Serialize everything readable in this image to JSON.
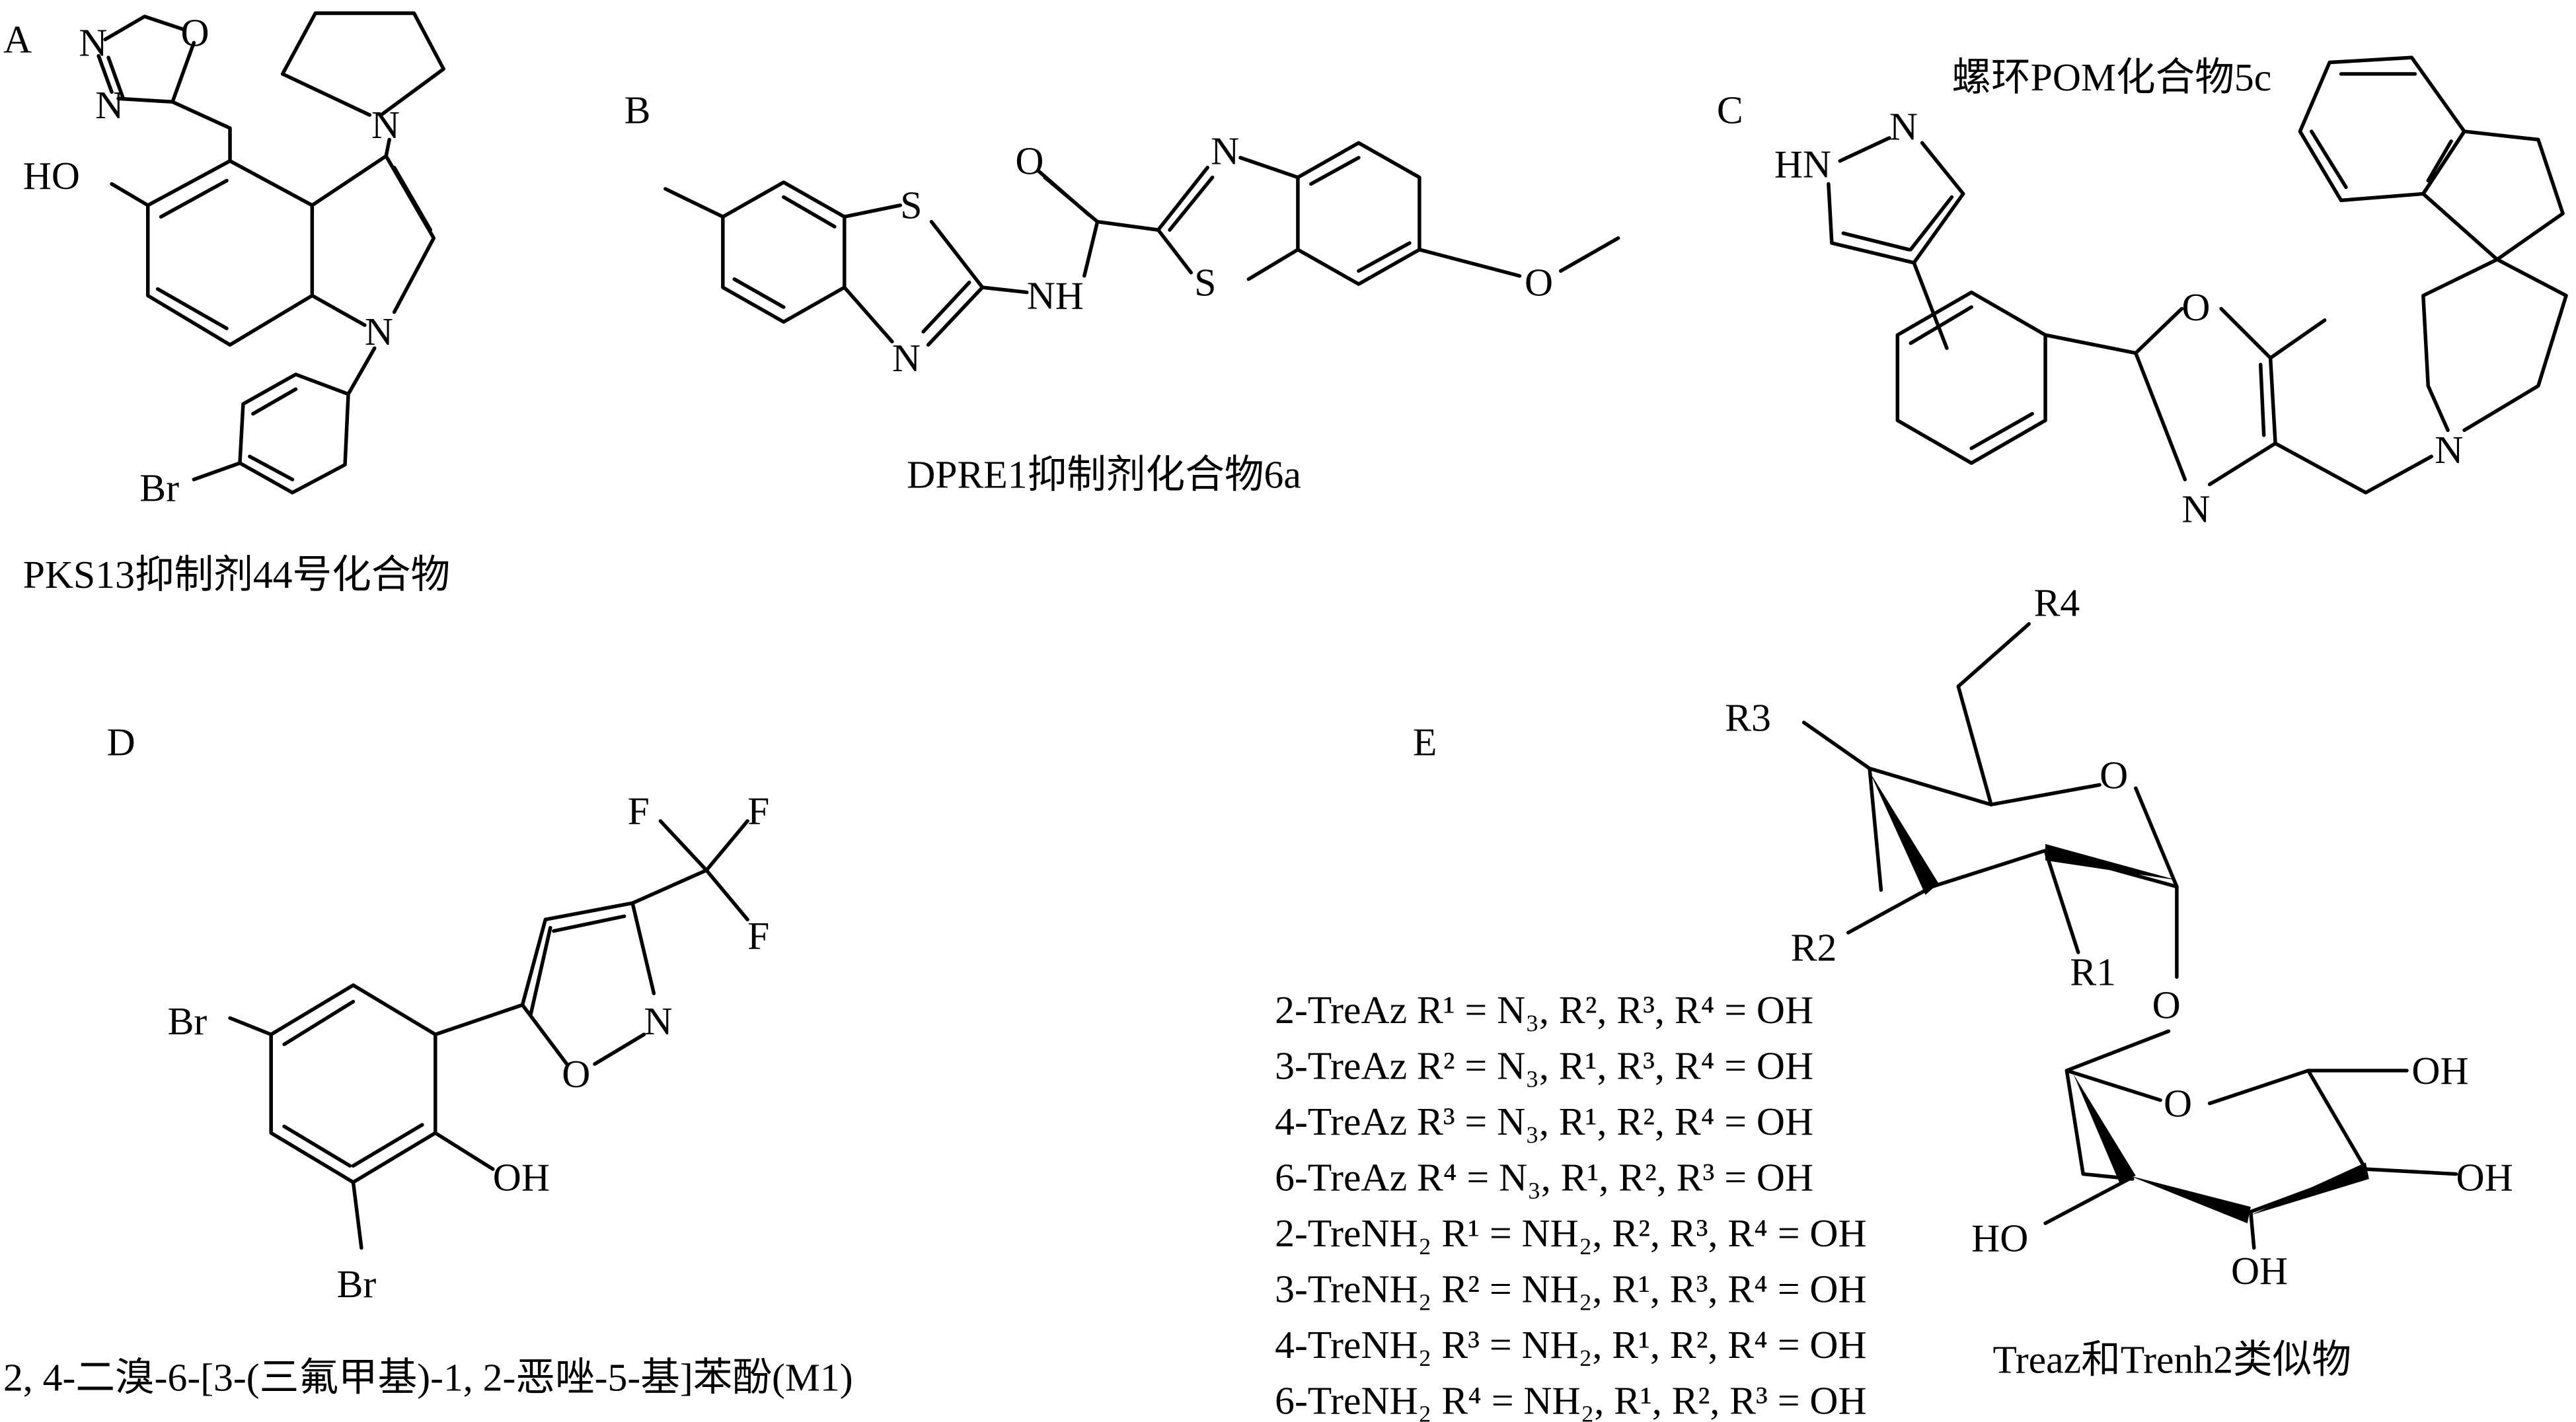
{
  "panels": {
    "A": {
      "letter": "A",
      "caption": "PKS13抑制剂44号化合物",
      "atoms": {
        "ho": "HO",
        "br": "Br",
        "n1": "N",
        "n2": "N",
        "n3": "N",
        "n4": "N",
        "o": "O"
      }
    },
    "B": {
      "letter": "B",
      "caption": "DPRE1抑制剂化合物6a",
      "atoms": {
        "s1": "S",
        "n1": "N",
        "nh": "NH",
        "o1": "O",
        "n2": "N",
        "s2": "S",
        "o2": "O"
      }
    },
    "C": {
      "letter": "C",
      "caption": "螺环POM化合物5c",
      "atoms": {
        "hn": "HN",
        "n1": "N",
        "o": "O",
        "n2": "N",
        "n3": "N"
      }
    },
    "D": {
      "letter": "D",
      "caption": "2, 4-二溴-6-[3-(三氟甲基)-1, 2-恶唑-5-基]苯酚(M1)",
      "atoms": {
        "br1": "Br",
        "br2": "Br",
        "oh": "OH",
        "n": "N",
        "o": "O",
        "f1": "F",
        "f2": "F",
        "f3": "F"
      }
    },
    "E": {
      "letter": "E",
      "caption": "Treaz和Trenh2类似物",
      "atoms": {
        "r4": "R4",
        "r3": "R3",
        "r2": "R2",
        "r1": "R1",
        "o1": "O",
        "o2": "O",
        "o3": "O",
        "oh1": "OH",
        "oh2": "OH",
        "oh3": "OH",
        "ho": "HO"
      },
      "compounds": [
        "2-TreAz R¹ = N₃, R², R³, R⁴ = OH",
        "3-TreAz R² = N₃, R¹, R³, R⁴ = OH",
        "4-TreAz R³ = N₃, R¹, R², R⁴ = OH",
        "6-TreAz R⁴ = N₃, R¹, R², R³ = OH",
        "2-TreNH₂ R¹ = NH₂, R², R³, R⁴ = OH",
        "3-TreNH₂ R² = NH₂, R¹, R³, R⁴ = OH",
        "4-TreNH₂ R³ = NH₂, R¹, R², R⁴ = OH",
        "6-TreNH₂ R⁴ = NH₂, R¹, R², R³ = OH"
      ]
    }
  }
}
